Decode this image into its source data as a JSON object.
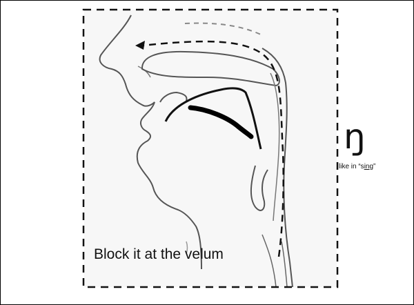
{
  "diagram": {
    "caption": "Block it at the velum",
    "symbol": "ŋ",
    "example": {
      "prefix": "like in “s",
      "highlight": "ing",
      "suffix": "”"
    }
  }
}
